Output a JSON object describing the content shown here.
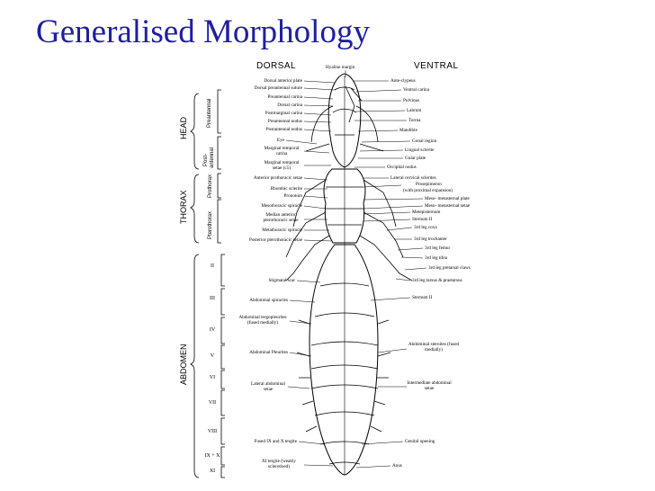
{
  "title": "Generalised Morphology",
  "side_headers": {
    "dorsal": "DORSAL",
    "ventral": "VENTRAL"
  },
  "regions": {
    "head": "HEAD",
    "thorax": "THORAX",
    "abdomen": "ABDOMEN"
  },
  "subregions": {
    "preantennal": "Preantennal",
    "postantennal_1": "Post-",
    "postantennal_2": "antennal",
    "prothorax": "Prothorax",
    "pterothorax": "Pterothorax"
  },
  "segments": [
    "II",
    "III",
    "IV",
    "V",
    "VI",
    "VII",
    "VIII",
    "IX + X",
    "XI"
  ],
  "top_label": "Hyaline margin",
  "dorsal_labels": [
    "Dorsal anterior plate",
    "Dorsal preantennal suture",
    "Preantennal carina",
    "Dorsal carina",
    "Postmarginal carina",
    "Preantennal nodus",
    "Postantennal nodus",
    "Eye",
    "Marginal temporal carina",
    "Marginal temporal setae (c5)",
    "Anterior prothoracic setae",
    "Rhombic sclerite",
    "Pronotum",
    "Mesothoracic spiracle",
    "Median anterior pterothoracic setae",
    "Metathoracic spiracle",
    "Posterior pterothoracic setae",
    "Stigmatal scar",
    "Abdominal spiracles",
    "Abdominal tergopleurites (fused medially)",
    "Abdominal Pleurites",
    "Lateral abdominal setae",
    "Fused IX and X tergite",
    "XI tergite (weakly sclerotised)"
  ],
  "ventral_labels": [
    "Ante-clypeus",
    "Ventral carina",
    "Pulvinus",
    "Labrum",
    "Torma",
    "Mandible",
    "Gonal region",
    "Lingual sclerite",
    "Gular plate",
    "Occipital nodus",
    "Lateral cervical sclerites",
    "Prosepimeron",
    "(with proximal expansion)",
    "Meso- metasternal plate",
    "Meso- metasternal setae",
    "Metepisternum",
    "Sternum II",
    "3rd leg coxa",
    "3rd leg trochanter",
    "3rd leg femur",
    "3rd leg tibia",
    "3rd leg pretarsal claws",
    "3rd leg tarsus & praetarsus",
    "Sternum II",
    "Abdominal sternites (fused medially)",
    "Intermediate abdominal setae",
    "Genital opening",
    "Anus"
  ]
}
